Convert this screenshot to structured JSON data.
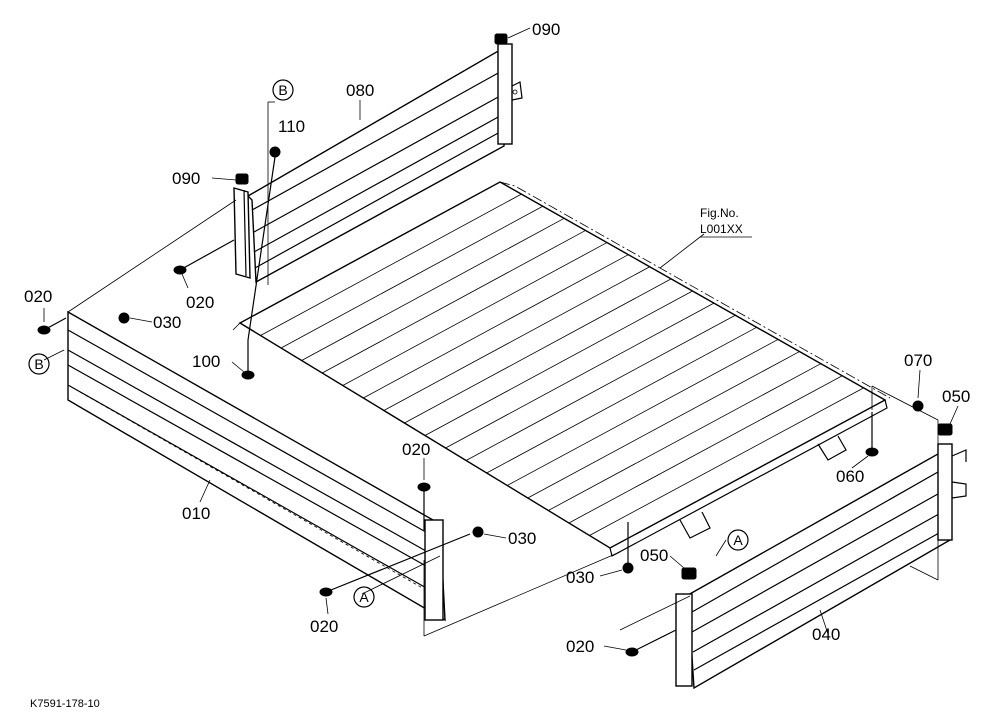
{
  "diagram": {
    "fig_ref_line1": "Fig.No.",
    "fig_ref_line2": "L001XX",
    "footer_code": "K7591-178-10",
    "circle_refs": {
      "a": "A",
      "b": "B"
    },
    "callouts": [
      {
        "id": "c090a",
        "label": "090"
      },
      {
        "id": "c080",
        "label": "080"
      },
      {
        "id": "c110",
        "label": "110"
      },
      {
        "id": "c090b",
        "label": "090"
      },
      {
        "id": "c020a",
        "label": "020"
      },
      {
        "id": "c020b",
        "label": "020"
      },
      {
        "id": "c030a",
        "label": "030"
      },
      {
        "id": "c100",
        "label": "100"
      },
      {
        "id": "c010",
        "label": "010"
      },
      {
        "id": "c020c",
        "label": "020"
      },
      {
        "id": "c030b",
        "label": "030"
      },
      {
        "id": "c020d",
        "label": "020"
      },
      {
        "id": "c030c",
        "label": "030"
      },
      {
        "id": "c050a",
        "label": "050"
      },
      {
        "id": "c020e",
        "label": "020"
      },
      {
        "id": "c040",
        "label": "040"
      },
      {
        "id": "c070",
        "label": "070"
      },
      {
        "id": "c050b",
        "label": "050"
      },
      {
        "id": "c060",
        "label": "060"
      }
    ]
  }
}
